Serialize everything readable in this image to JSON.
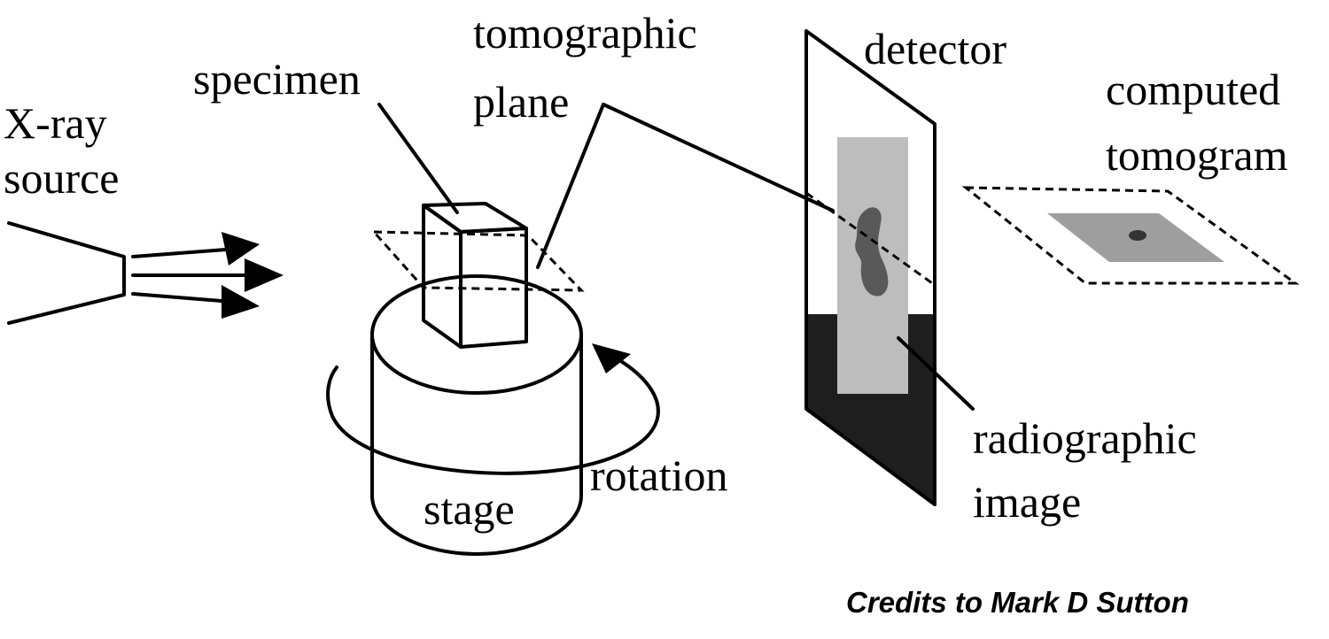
{
  "labels": {
    "xray_line1": "X-ray",
    "xray_line2": "source",
    "specimen": "specimen",
    "tomographic_line1": "tomographic",
    "tomographic_line2": "plane",
    "detector": "detector",
    "computed_line1": "computed",
    "computed_line2": "tomogram",
    "rotation": "rotation",
    "stage": "stage",
    "radiographic_line1": "radiographic",
    "radiographic_line2": "image",
    "credits": "Credits to Mark D Sutton"
  },
  "colors": {
    "line": "#000000",
    "radiograph_light": "#bdbdbd",
    "radiograph_dark_blob": "#595959",
    "detector_band": "#1e1e1e",
    "tomogram_fill": "#9e9e9e",
    "tomogram_dot": "#333333"
  }
}
